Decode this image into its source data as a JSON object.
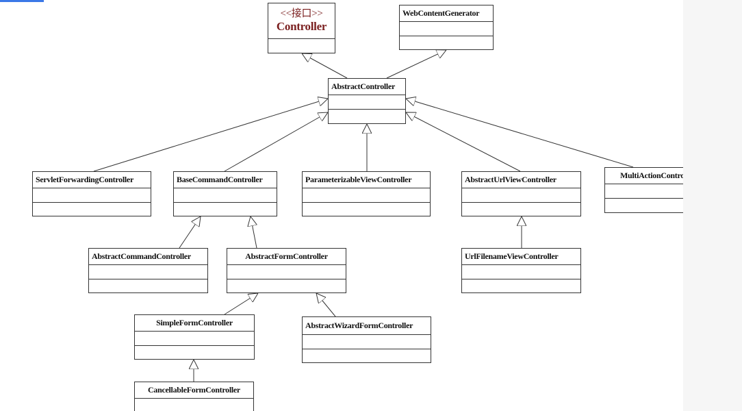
{
  "colors": {
    "interface_text": "#7a1f1f",
    "line": "#333333",
    "accent": "#3b78e7",
    "gutter": "#f6f6f6"
  },
  "interface": {
    "stereotype": "<<接口>>",
    "name": "Controller"
  },
  "classes": {
    "web_content_generator": "WebContentGenerator",
    "abstract_controller": "AbstractController",
    "servlet_forwarding_controller": "ServletForwardingController",
    "base_command_controller": "BaseCommandController",
    "parameterizable_view_controller": "ParameterizableViewController",
    "abstract_url_view_controller": "AbstractUrlViewController",
    "multi_action_controller": "MultiActionController",
    "abstract_command_controller": "AbstractCommandController",
    "abstract_form_controller": "AbstractFormController",
    "url_filename_view_controller": "UrlFilenameViewController",
    "simple_form_controller": "SimpleFormController",
    "abstract_wizard_form_controller": "AbstractWizardFormController",
    "cancellable_form_controller": "CancellableFormController"
  }
}
